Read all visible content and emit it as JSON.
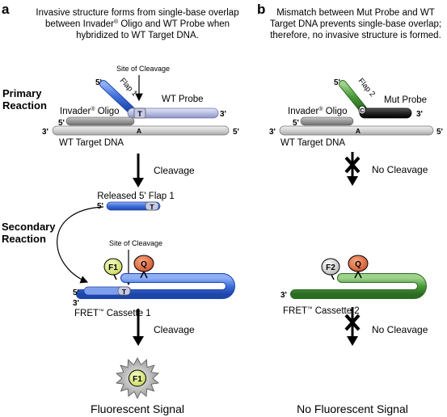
{
  "panel_a": {
    "letter": "a",
    "caption_line1": "Invasive structure forms from single-base overlap",
    "caption_line2_pre": "between Invader",
    "caption_line2_post": " Oligo and WT Probe when",
    "caption_line3": "hybridized to WT Target DNA.",
    "reg_mark": "®",
    "primary_reaction_line1": "Primary",
    "primary_reaction_line2": "Reaction",
    "secondary_reaction_line1": "Secondary",
    "secondary_reaction_line2": "Reaction",
    "site_of_cleavage": "Site of Cleavage",
    "flap_label": "Flap 1",
    "wt_probe": "WT Probe",
    "invader_oligo_pre": "Invader",
    "invader_oligo_post": " Oligo",
    "wt_target_dna": "WT Target DNA",
    "five_prime": "5'",
    "three_prime": "3'",
    "base_T": "T",
    "base_A": "A",
    "cleavage": "Cleavage",
    "released_flap": "Released 5' Flap 1",
    "fret_label": "FRET",
    "tm_mark": "™",
    "cassette_label": " Cassette 1",
    "fluor_label": "F1",
    "quencher_label": "Q",
    "signal": "Fluorescent Signal"
  },
  "panel_b": {
    "letter": "b",
    "caption_line1": "Mismatch between Mut Probe and WT",
    "caption_line2": "Target DNA prevents single-base overlap;",
    "caption_line3": "therefore, no invasive structure is formed.",
    "flap_label": "Flap 2",
    "mut_probe": "Mut Probe",
    "invader_oligo_pre": "Invader",
    "invader_oligo_post": " Oligo",
    "wt_target_dna": "WT Target DNA",
    "five_prime": "5'",
    "three_prime": "3'",
    "base_C": "C",
    "base_A": "A",
    "no_cleavage": "No Cleavage",
    "fret_label": "FRET",
    "tm_mark": "™",
    "cassette_label": " Cassette 2",
    "fluor_label": "F2",
    "quencher_label": "Q",
    "signal": "No Fluorescent Signal"
  },
  "colors": {
    "flap1_blue": "#3f6fd8",
    "probe_lavender": "#b9bfe3",
    "invader_gray": "#999999",
    "target_gray": "#d2d2d2",
    "flap2_green": "#4a9a3a",
    "mut_probe_black": "#222222",
    "fret1_blue": "#2a5ce8",
    "fret2_green": "#4a9a3a",
    "f1_yellow": "#e4ef8a",
    "quencher_orange": "#e8764a",
    "f2_gray": "#dddddd"
  }
}
